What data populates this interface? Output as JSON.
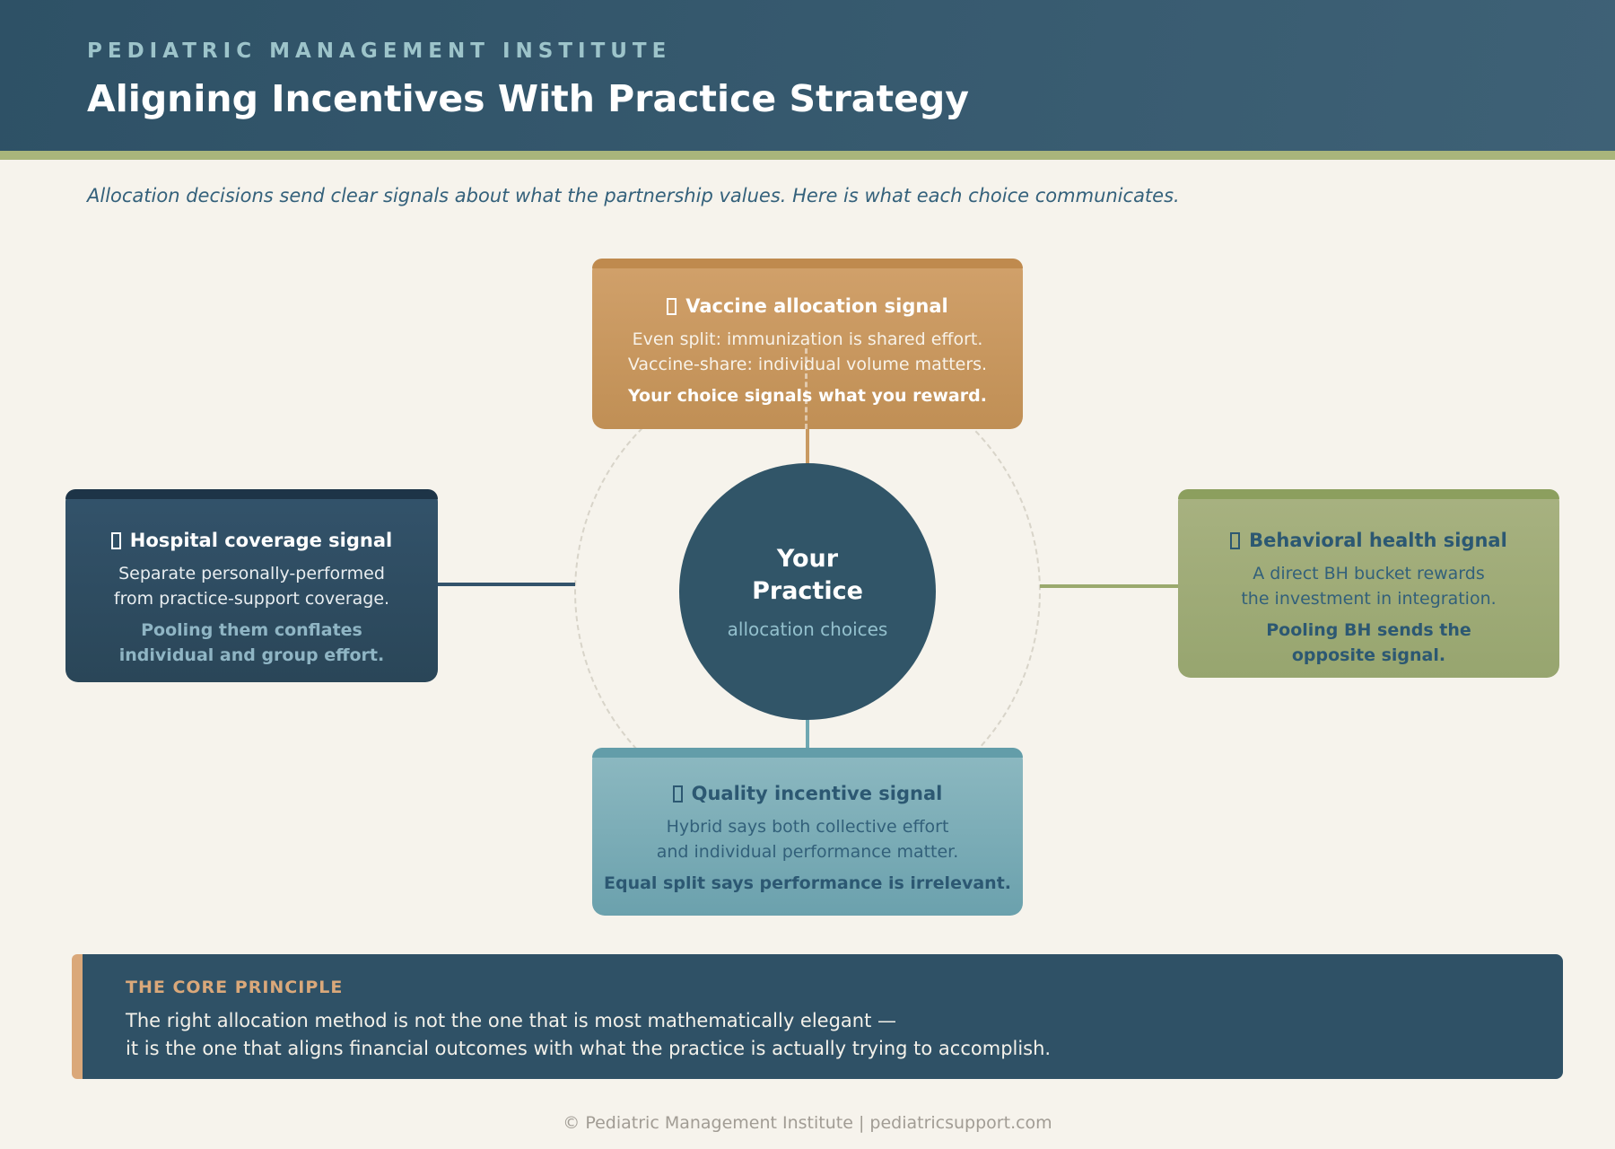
{
  "header": {
    "eyebrow": "PEDIATRIC MANAGEMENT INSTITUTE",
    "title": "Aligning Incentives With Practice Strategy"
  },
  "intro": "Allocation decisions send clear signals about what the partnership values. Here is what each choice communicates.",
  "center": {
    "line1": "Your",
    "line2": "Practice",
    "subtitle": "allocation choices"
  },
  "cards": {
    "top": {
      "title": "Vaccine allocation signal",
      "body": [
        "Even split: immunization is shared effort.",
        "Vaccine-share: individual volume matters."
      ],
      "bold": [
        "Your choice signals what you reward."
      ]
    },
    "left": {
      "title": "Hospital coverage signal",
      "body": [
        "Separate personally-performed",
        "from practice-support coverage."
      ],
      "bold": [
        "Pooling them conflates",
        "individual and group effort."
      ]
    },
    "right": {
      "title": "Behavioral health signal",
      "body": [
        "A direct BH bucket rewards",
        "the investment in integration."
      ],
      "bold": [
        "Pooling BH sends the",
        "opposite signal."
      ]
    },
    "bottom": {
      "title": "Quality incentive signal",
      "body": [
        "Hybrid says both collective effort",
        "and individual performance matter."
      ],
      "bold": [
        "Equal split says performance is irrelevant."
      ]
    }
  },
  "principle": {
    "heading": "THE CORE PRINCIPLE",
    "line1": "The right allocation method is not the one that is most mathematically elegant —",
    "line2": "it is the one that aligns financial outcomes with what the practice is actually trying to accomplish."
  },
  "footer": "© Pediatric Management Institute | pediatricsupport.com",
  "colors": {
    "bg": "#f6f3ec",
    "header1": "#2e5166",
    "header2": "#3e6176",
    "stripe": "#a9b57b",
    "intro": "#34617b",
    "circle": "#315568",
    "circle-sub": "#93c0cd",
    "dash": "#d8d4c9",
    "tan1": "#d1a16b",
    "tan2": "#c08f55",
    "tan-strip": "#bf8a4e",
    "tan-line": "#c99a62",
    "navy1": "#33536b",
    "navy2": "#2a4658",
    "navy-strip": "#1d3447",
    "navy-bold": "#8fb5c4",
    "olive1": "#a8b281",
    "olive2": "#97a56f",
    "olive-strip": "#8c9f5e",
    "olive-line": "#9aa96d",
    "teal1": "#8db9c1",
    "teal2": "#6ba1ad",
    "teal-strip": "#639da9",
    "teal-line": "#6fa8b2",
    "dark-text": "#32607a",
    "dark-title": "#2c5872",
    "box": "#2f5166",
    "box-accent": "#daa87a",
    "box-body": "#f3f1ea",
    "footer": "#a19c94",
    "eyebrow": "#9dc4ca"
  }
}
